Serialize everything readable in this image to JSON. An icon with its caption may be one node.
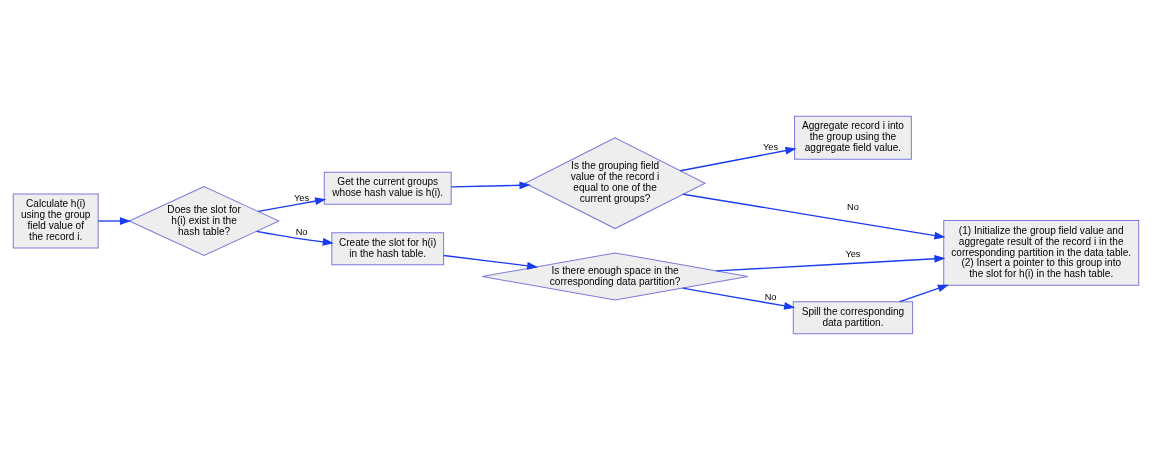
{
  "diagram": {
    "nodes": [
      {
        "text": [
          "Calculate h(i) using the group field value of the record i."
        ]
      },
      {
        "text": [
          "Does the slot for h(i) exist in the hash table?"
        ]
      },
      {
        "text": [
          "Get the current groups whose hash value is h(i)."
        ]
      },
      {
        "text": [
          "Is the grouping field value of the record i equal to one of the current groups?"
        ]
      },
      {
        "text": [
          "Aggregate record i into the group using the aggregate field value."
        ]
      },
      {
        "text": [
          "Create the slot for h(i) in the hash table."
        ]
      },
      {
        "text": [
          "Is there enough space in the corresponding data partition?"
        ]
      },
      {
        "text": [
          "(1) Initialize the group field value and aggregate result of the record i in the corresponding partition in the data table.",
          "(2) Insert a pointer to this group into the slot for h(i) in the hash table."
        ]
      },
      {
        "text": [
          "Spill the corresponding data partition."
        ]
      }
    ],
    "edges": [
      {
        "from": 0,
        "to": 1,
        "arrow": "to"
      },
      {
        "from": 1,
        "to": 2,
        "arrow": "to",
        "label": "Yes"
      },
      {
        "from": 1,
        "to": 5,
        "arrow": "to",
        "label": "No"
      },
      {
        "from": 2,
        "to": 3,
        "arrow": "to"
      },
      {
        "from": 3,
        "to": 4,
        "arrow": "to",
        "label": "Yes"
      },
      {
        "from": 3,
        "to": 7,
        "arrow": "to",
        "label": "No"
      },
      {
        "from": 5,
        "to": 6,
        "arrow": "to"
      },
      {
        "from": 6,
        "to": 7,
        "arrow": "to",
        "label": "Yes"
      },
      {
        "from": 6,
        "to": 8,
        "arrow": "to",
        "label": "No"
      },
      {
        "from": 8,
        "to": 7,
        "arrow": "to"
      }
    ]
  }
}
